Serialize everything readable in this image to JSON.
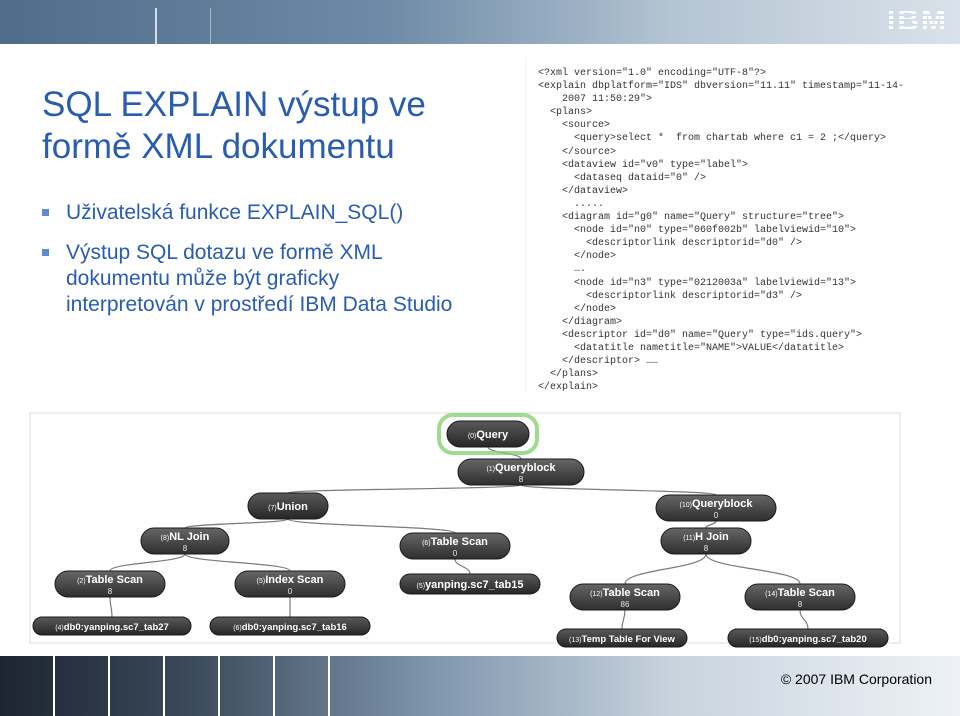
{
  "slide": {
    "title": "SQL EXPLAIN výstup ve formě XML dokumentu",
    "bullets": [
      "Uživatelská funkce EXPLAIN_SQL()",
      "Výstup SQL dotazu ve formě XML dokumentu může být graficky interpretován v prostředí IBM Data Studio"
    ],
    "logo": "IBM",
    "copyright": "© 2007 IBM Corporation"
  },
  "xml_lines": [
    "<?xml version=\"1.0\" encoding=\"UTF-8\"?>",
    "<explain dbplatform=\"IDS\" dbversion=\"11.11\" timestamp=\"11-14-",
    "    2007 11:50:29\">",
    "  <plans>",
    "    <source>",
    "      <query>select *  from chartab where c1 = 2 ;</query>",
    "    </source>",
    "    <dataview id=\"v0\" type=\"label\">",
    "      <dataseq dataid=\"0\" />",
    "    </dataview>",
    "      .....",
    "    <diagram id=\"g0\" name=\"Query\" structure=\"tree\">",
    "      <node id=\"n0\" type=\"060f002b\" labelviewid=\"10\">",
    "        <descriptorlink descriptorid=\"d0\" />",
    "      </node>",
    "      ….",
    "      <node id=\"n3\" type=\"0212003a\" labelviewid=\"13\">",
    "        <descriptorlink descriptorid=\"d3\" />",
    "      </node>",
    "    </diagram>",
    "    <descriptor id=\"d0\" name=\"Query\" type=\"ids.query\">",
    "      <datatitle nametitle=\"NAME\">VALUE</datatitle>",
    "    </descriptor> ……",
    "  </plans>",
    "</explain>"
  ],
  "diagram": {
    "nodes": [
      {
        "id": "query",
        "num": "(0)",
        "label": "Query",
        "count": ""
      },
      {
        "id": "queryblock1",
        "num": "(1)",
        "label": "Queryblock",
        "count": "8"
      },
      {
        "id": "union",
        "num": "(7)",
        "label": "Union",
        "count": ""
      },
      {
        "id": "queryblock10",
        "num": "(10)",
        "label": "Queryblock",
        "count": "0"
      },
      {
        "id": "nljoin",
        "num": "(8)",
        "label": "NL Join",
        "count": "8"
      },
      {
        "id": "tablescan6",
        "num": "(6)",
        "label": "Table Scan",
        "count": "0"
      },
      {
        "id": "hjoin",
        "num": "(11)",
        "label": "H Join",
        "count": "8"
      },
      {
        "id": "tablescan2",
        "num": "(2)",
        "label": "Table Scan",
        "count": "8"
      },
      {
        "id": "indexscan",
        "num": "(5)",
        "label": "Index Scan",
        "count": "0"
      },
      {
        "id": "yanping5",
        "num": "(5)",
        "label": "yanping.sc7_tab15",
        "count": ""
      },
      {
        "id": "tablescan12",
        "num": "(12)",
        "label": "Table Scan",
        "count": "86"
      },
      {
        "id": "tablescan14",
        "num": "(14)",
        "label": "Table Scan",
        "count": "8"
      },
      {
        "id": "db0tab27",
        "num": "(4)",
        "label": "db0:yanping.sc7_tab27",
        "count": ""
      },
      {
        "id": "db0tab16",
        "num": "(6)",
        "label": "db0:yanping.sc7_tab16",
        "count": ""
      },
      {
        "id": "tempforview",
        "num": "(13)",
        "label": "Temp Table For View",
        "count": ""
      },
      {
        "id": "db0tab20",
        "num": "(15)",
        "label": "db0:yanping.sc7_tab20",
        "count": ""
      }
    ]
  }
}
